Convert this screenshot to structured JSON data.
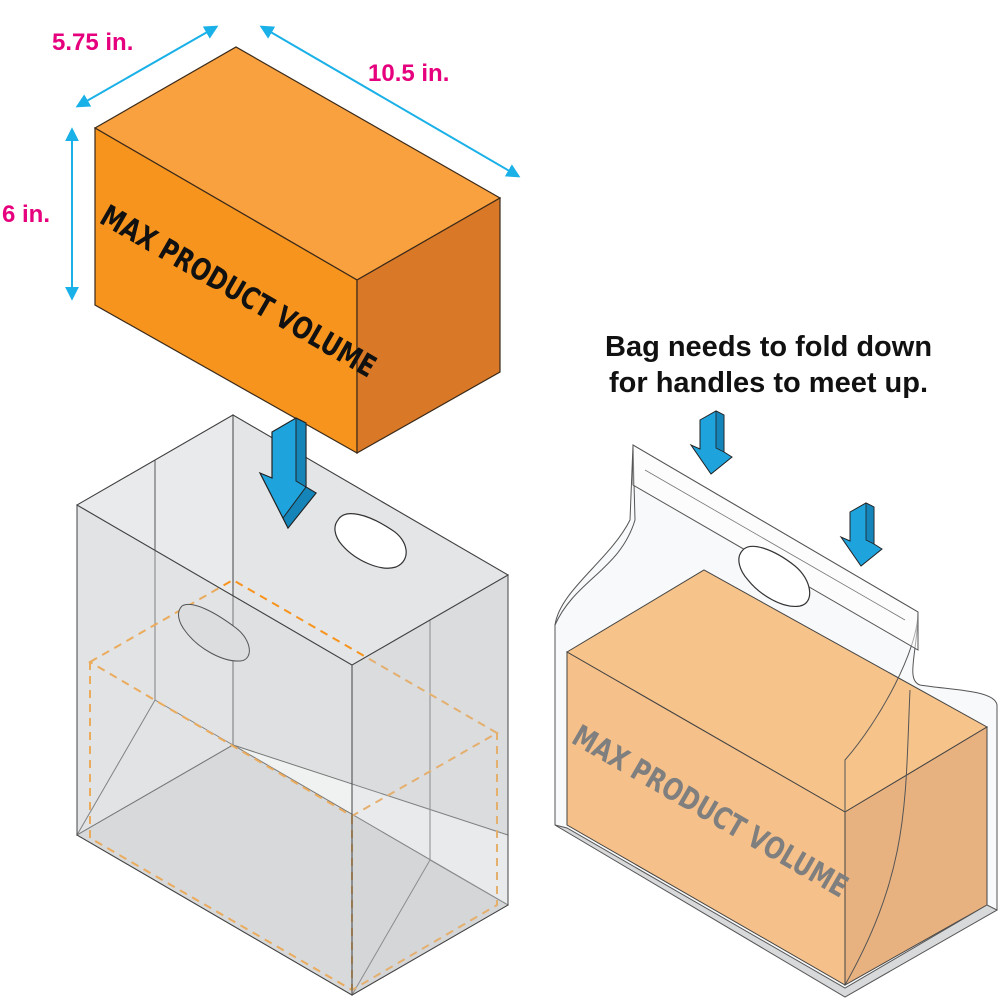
{
  "dimensions": {
    "width": "5.75 in.",
    "length": "10.5 in.",
    "height": "6 in."
  },
  "box_label": "MAX PRODUCT VOLUME",
  "note": {
    "line1": "Bag needs to fold down",
    "line2": "for handles to meet up."
  },
  "colors": {
    "dimension_text": "#e6007e",
    "dimension_arrow": "#1ab0e8",
    "box_front": "#f7941d",
    "box_top": "#f9a03f",
    "box_side": "#d97826",
    "bag_fill": "#d9dadc",
    "product_outline": "#f7941d",
    "blue_arrow": "#1fa3dd",
    "product_in_bag": "#f6c38a"
  },
  "icons": {
    "insert_arrow": "down-arrow-icon",
    "fold_arrow": "down-arrow-icon"
  }
}
